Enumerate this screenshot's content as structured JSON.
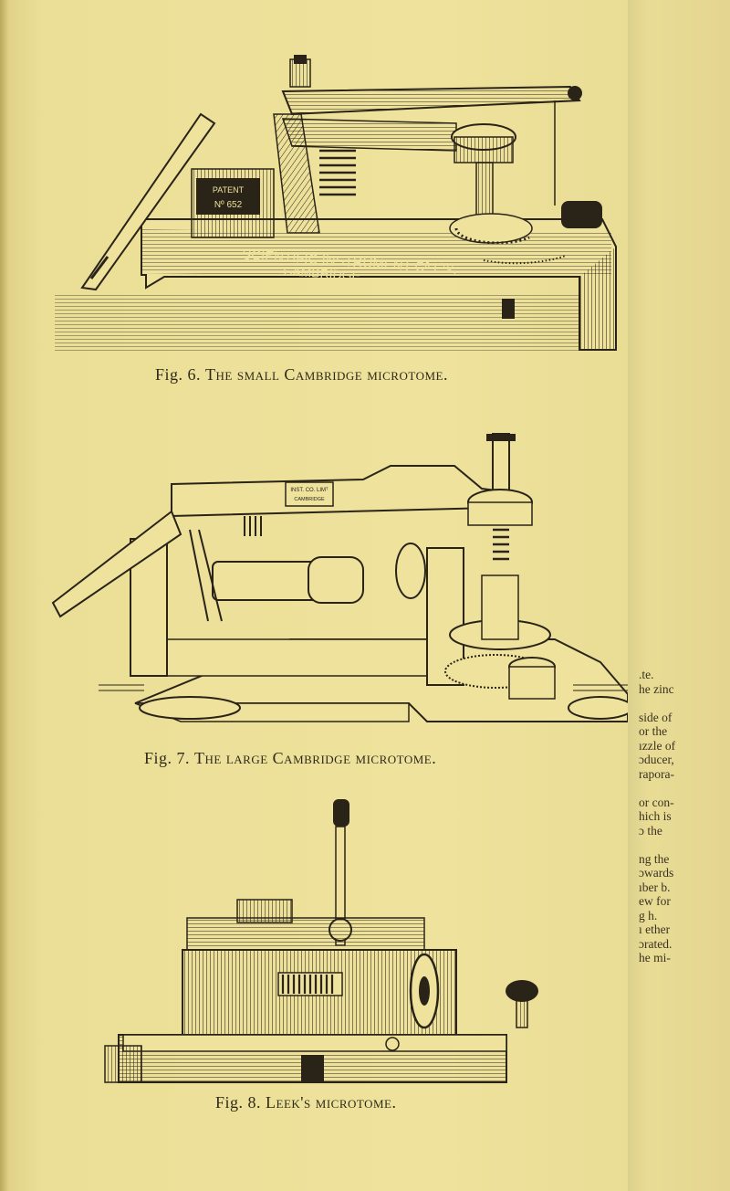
{
  "figures": [
    {
      "figure_label": "Fig. 6.",
      "caption": "The small Cambridge microtome.",
      "plate_text": {
        "patent_line1": "PATENT",
        "patent_line2": "Nº 652",
        "maker_line1": "SCIENTIFIC INSTRUMENT Cº Lᵀᴰ.",
        "maker_line2": "CAMBRIDGE."
      }
    },
    {
      "figure_label": "Fig. 7.",
      "caption": "The large Cambridge microtome.",
      "plate_text": {
        "maker_line1": "INST. CO. LIMᵀ",
        "maker_line2": "CAMBRIDGE"
      }
    },
    {
      "figure_label": "Fig. 8.",
      "caption": "Leek's microtome."
    }
  ],
  "facing_page_text": {
    "lines": [
      ".te.",
      "he zinc",
      "",
      "side of",
      "or the",
      "ızzle of",
      "ɔducer,",
      "rapora-",
      "",
      "or con-",
      "hich is",
      "ɔ the",
      "",
      "ng the",
      "ɔwards",
      "ıber b.",
      "ew for",
      "g h.",
      "ı ether",
      "ɔrated.",
      "he mi-"
    ]
  },
  "colors": {
    "paper": "#eee29c",
    "ink": "#2a2418"
  }
}
